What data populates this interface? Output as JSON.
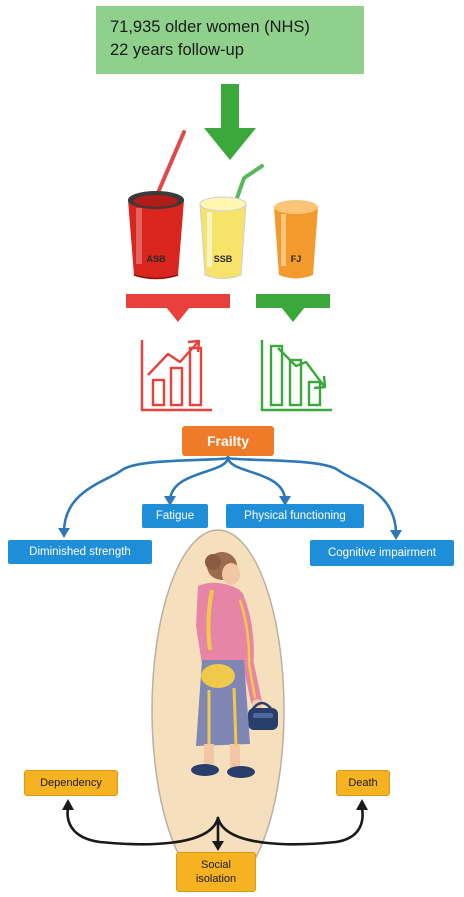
{
  "study": {
    "line1": "71,935 older women (NHS)",
    "line2": "22 years follow-up"
  },
  "beverages": [
    {
      "abbr": "ASB",
      "color": "#d9251d"
    },
    {
      "abbr": "SSB",
      "color": "#f7e36a"
    },
    {
      "abbr": "FJ",
      "color": "#f39a2c"
    }
  ],
  "frailty_label": "Frailty",
  "components": {
    "fatigue": "Fatigue",
    "physical_functioning": "Physical functioning",
    "diminished_strength": "Diminished strength",
    "cognitive_impairment": "Cognitive impairment"
  },
  "outcomes": {
    "dependency": "Dependency",
    "death": "Death",
    "social_isolation": "Social isolation"
  },
  "colors": {
    "study_green": "#8fd18c",
    "arrow_green": "#3aa83a",
    "increase_red": "#e8403a",
    "decrease_green": "#3aa83a",
    "frailty_orange": "#ef7b28",
    "component_blue": "#1f8ed8",
    "outcome_yellow": "#f5b322"
  },
  "icons": {
    "increase": "bar-chart-up-icon",
    "decrease": "bar-chart-down-icon",
    "person": "older-woman-walking-icon"
  }
}
